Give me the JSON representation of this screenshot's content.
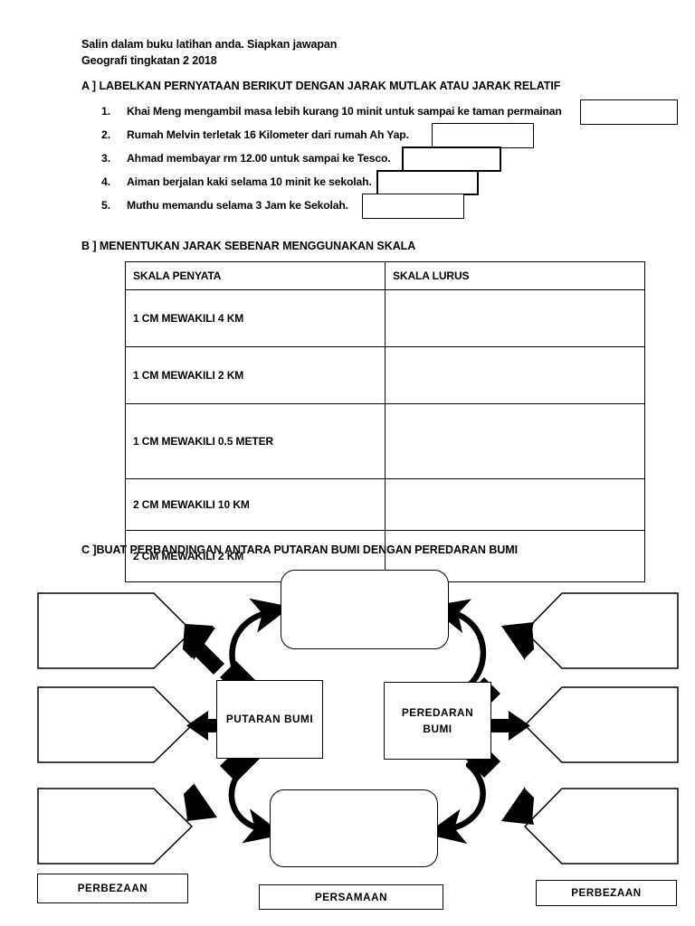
{
  "header": {
    "line1": "Salin dalam buku latihan anda. Siapkan jawapan",
    "line2": "Geografi tingkatan 2 2018"
  },
  "section_a": {
    "heading": "A ] LABELKAN PERNYATAAN BERIKUT DENGAN JARAK MUTLAK ATAU JARAK RELATIF",
    "items": [
      {
        "num": "1.",
        "text": "Khai Meng mengambil masa lebih kurang 10 minit untuk sampai ke taman permainan",
        "answer": ""
      },
      {
        "num": "2.",
        "text": "Rumah Melvin terletak 16 Kilometer dari rumah Ah Yap.",
        "answer": ""
      },
      {
        "num": "3.",
        "text": "Ahmad membayar rm 12.00 untuk sampai ke Tesco.",
        "answer": ""
      },
      {
        "num": "4.",
        "text": "Aiman berjalan kaki selama 10 minit ke sekolah.",
        "answer": ""
      },
      {
        "num": "5.",
        "text": "Muthu memandu selama 3 Jam ke Sekolah.",
        "answer": ""
      }
    ]
  },
  "section_b": {
    "heading": "B ] MENENTUKAN JARAK SEBENAR MENGGUNAKAN SKALA",
    "columns": [
      "SKALA PENYATA",
      "SKALA LURUS"
    ],
    "rows": [
      {
        "skala_penyata": "1 CM MEWAKILI 4 KM",
        "skala_lurus": ""
      },
      {
        "skala_penyata": "1 CM MEWAKILI 2 KM",
        "skala_lurus": ""
      },
      {
        "skala_penyata": "1 CM MEWAKILI 0.5 METER",
        "skala_lurus": ""
      },
      {
        "skala_penyata": "2 CM MEWAKILI 10 KM",
        "skala_lurus": ""
      },
      {
        "skala_penyata": "2 CM MEWAKILI 2 KM",
        "skala_lurus": ""
      }
    ]
  },
  "section_c": {
    "heading": "C ]BUAT PERBANDINGAN ANTARA PUTARAN BUMI DENGAN PEREDARAN BUMI",
    "core_left": "PUTARAN BUMI",
    "core_right_line1": "PEREDARAN",
    "core_right_line2": "BUMI",
    "left_pentagons": [
      "",
      "",
      ""
    ],
    "right_pentagons": [
      "",
      "",
      ""
    ],
    "top_rounded": "",
    "bottom_rounded": "",
    "bottom_labels": {
      "left": "PERBEZAAN",
      "center": "PERSAMAAN",
      "right": "PERBEZAAN"
    }
  },
  "colors": {
    "ink": "#000000",
    "paper": "#ffffff"
  }
}
